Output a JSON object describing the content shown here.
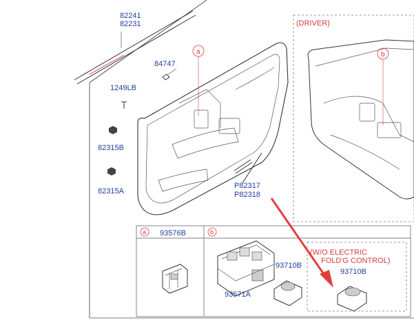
{
  "labels": {
    "driver": "(DRIVER)",
    "callout_a": "a",
    "callout_b": "b",
    "wo_line1": "(W/O ELECTRIC",
    "wo_line2": "FOLD'G CONTROL)"
  },
  "parts": {
    "p82241": "82241",
    "p82231": "82231",
    "p84747": "84747",
    "p1249lb": "1249LB",
    "p82315b": "82315B",
    "p82315a": "82315A",
    "p82317": "P82317",
    "p82318": "P82318",
    "p93576b": "93576B",
    "p93710b_left": "93710B",
    "p93571a": "93571A",
    "p93710b_right": "93710B"
  },
  "colors": {
    "part_number": "#1f3f9e",
    "accent_red": "#d63a3a",
    "arrow": "#e0403c"
  }
}
